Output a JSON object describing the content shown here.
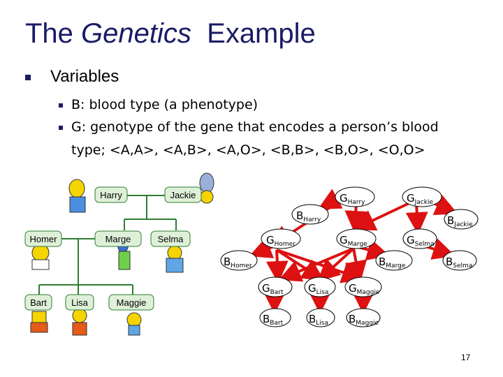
{
  "title": {
    "part1": "The ",
    "italic": "Genetics",
    "part2": "  Example"
  },
  "bullets": {
    "level1": "Variables",
    "b_line": "B: blood type (a phenotype)",
    "g_line1": "G: genotype of the gene that encodes a person’s blood",
    "g_line2": "type; <A,A>, <A,B>, <A,O>, <B,B>, <B,O>, <O,O>"
  },
  "family_tree": {
    "people": [
      "Harry",
      "Jackie",
      "Homer",
      "Marge",
      "Selma",
      "Bart",
      "Lisa",
      "Maggie"
    ]
  },
  "bn": {
    "gene_nodes": [
      {
        "main": "G",
        "sub": "Harry"
      },
      {
        "main": "G",
        "sub": "Jackie"
      },
      {
        "main": "G",
        "sub": "Homer"
      },
      {
        "main": "G",
        "sub": "Marge"
      },
      {
        "main": "G",
        "sub": "Selma"
      },
      {
        "main": "G",
        "sub": "Bart"
      },
      {
        "main": "G",
        "sub": "Lisa"
      },
      {
        "main": "G",
        "sub": "Maggie"
      }
    ],
    "blood_nodes": [
      {
        "main": "B",
        "sub": "Harry"
      },
      {
        "main": "B",
        "sub": "Jackie"
      },
      {
        "main": "B",
        "sub": "Homer"
      },
      {
        "main": "B",
        "sub": "Marge"
      },
      {
        "main": "B",
        "sub": "Selma"
      },
      {
        "main": "B",
        "sub": "Bart"
      },
      {
        "main": "B",
        "sub": "Lisa"
      },
      {
        "main": "B",
        "sub": "Maggie"
      }
    ],
    "arrow_color": "#dd1111"
  },
  "page_number": "17"
}
